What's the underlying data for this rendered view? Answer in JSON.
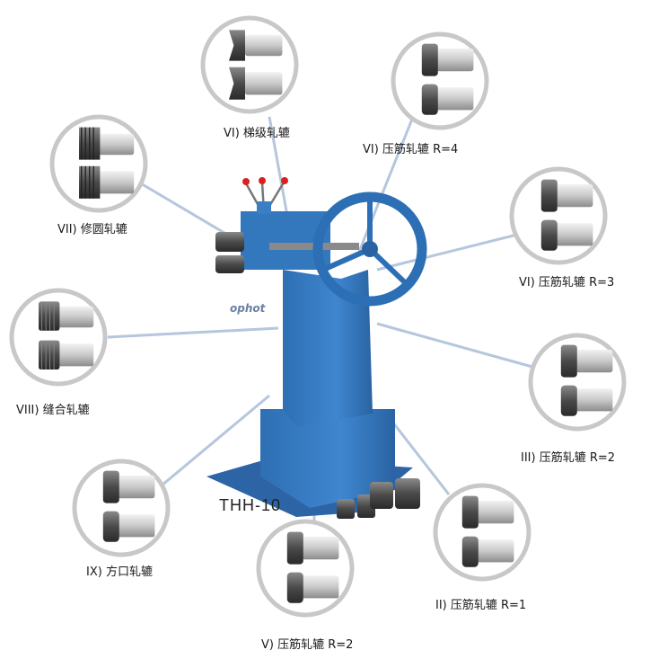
{
  "machine": {
    "model": "THH-10",
    "brand": "ophot",
    "body_color": "#3a7fc4",
    "wheel_color": "#2d6fb5"
  },
  "callouts": [
    {
      "id": "vi-stepped",
      "label": "VI) 梯级轧辘",
      "roller": "stepped"
    },
    {
      "id": "vi-r4",
      "label": "VI) 压筋轧辘 R=4",
      "roller": "flange"
    },
    {
      "id": "vi-r3",
      "label": "VI) 压筋轧辘 R=3",
      "roller": "flange"
    },
    {
      "id": "iii-r2",
      "label": "III) 压筋轧辘 R=2",
      "roller": "flange"
    },
    {
      "id": "ii-r1",
      "label": "II) 压筋轧辘 R=1",
      "roller": "flange"
    },
    {
      "id": "v-r2",
      "label": "V) 压筋轧辘 R=2",
      "roller": "flange"
    },
    {
      "id": "ix-square",
      "label": "IX) 方口轧辘",
      "roller": "flange"
    },
    {
      "id": "viii-seam",
      "label": "VIII) 缝合轧辘",
      "roller": "knurled"
    },
    {
      "id": "vii-round",
      "label": "VII) 修圆轧辘",
      "roller": "gear"
    }
  ],
  "colors": {
    "circle_ring": "#c8c8c8",
    "leader_line": "#b5c6dd"
  }
}
